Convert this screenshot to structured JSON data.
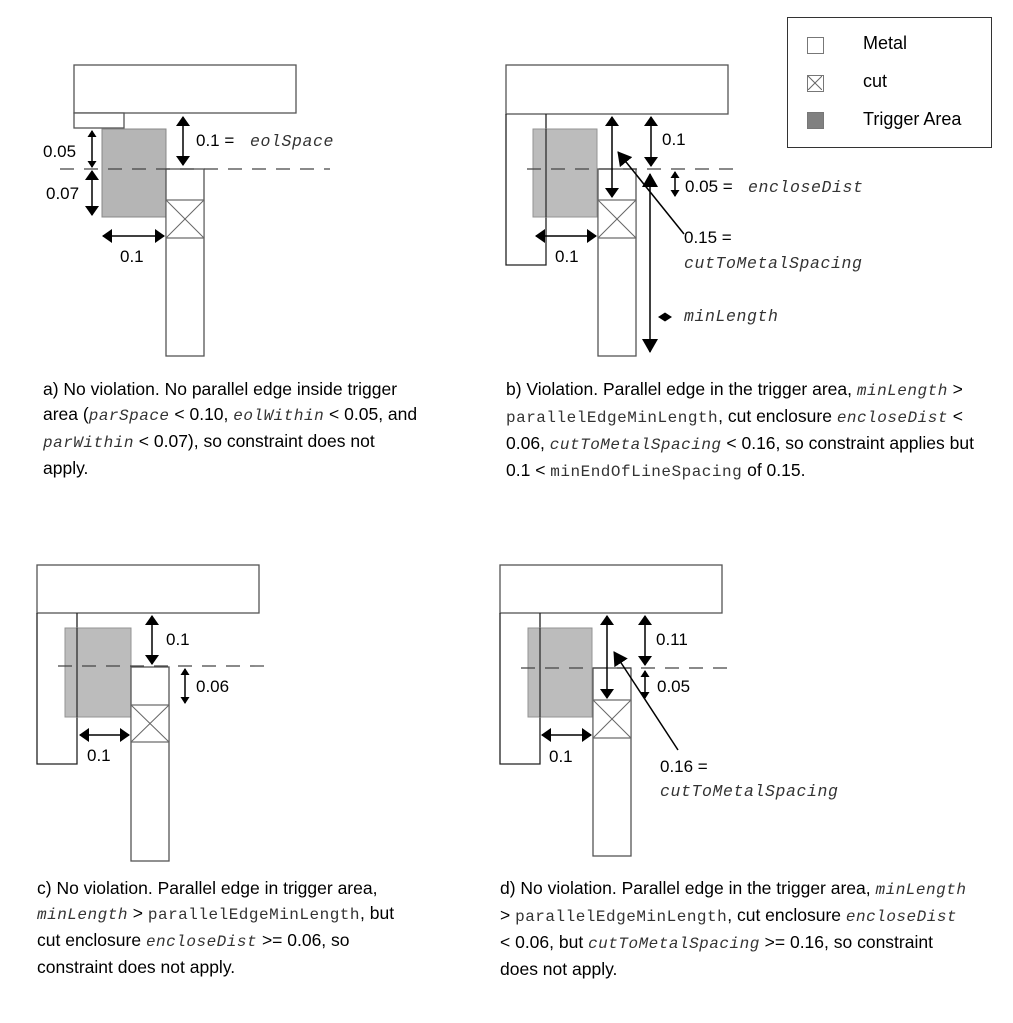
{
  "legend": {
    "items": [
      {
        "label": "Metal",
        "icon": "metal-swatch-icon",
        "fill": "#ffffff"
      },
      {
        "label": "cut",
        "icon": "cut-swatch-icon",
        "fill": "#ffffff"
      },
      {
        "label": "Trigger Area",
        "icon": "trigger-area-swatch-icon",
        "fill": "#808080"
      }
    ]
  },
  "colors": {
    "trigger_area": "#b5b5b5",
    "metal_stroke": "#555555",
    "text": "#000000",
    "code_text": "#333333"
  },
  "panels": {
    "a": {
      "labels": {
        "top_spacing_value": "0.1 =",
        "top_spacing_param": "eolSpace",
        "upper_left": "0.05",
        "lower_left": "0.07",
        "horizontal": "0.1"
      },
      "caption": {
        "t1": "a) No violation. No parallel edge inside trigger area (",
        "c1": "parSpace",
        "t2": " < 0.10, ",
        "c2": "eolWithin",
        "t3": " < 0.05, and ",
        "c3": "parWithin",
        "t4": " < 0.07), so constraint does not apply."
      }
    },
    "b": {
      "labels": {
        "top_spacing": "0.1",
        "enclose_value": "0.05 =",
        "enclose_param": "encloseDist",
        "cut_spacing_value": "0.15 =",
        "cut_spacing_param": "cutToMetalSpacing",
        "min_length_param": "minLength",
        "horizontal": "0.1"
      },
      "caption": {
        "t1": "b) Violation. Parallel edge in the trigger area, ",
        "c1": "minLength",
        "t2": " > ",
        "c2": "parallelEdgeMinLength",
        "t3": ", cut enclosure ",
        "c3": "encloseDist",
        "t4": " < 0.06, ",
        "c4": "cutToMetalSpacing",
        "t5": " < 0.16, so constraint applies but 0.1 < ",
        "c5": "minEndOfLineSpacing",
        "t6": " of 0.15."
      }
    },
    "c": {
      "labels": {
        "top_spacing": "0.1",
        "enclose": "0.06",
        "horizontal": "0.1"
      },
      "caption": {
        "t1": "c) No violation. Parallel edge in trigger area, ",
        "c1": "minLength",
        "t2": " > ",
        "c2": "parallelEdgeMinLength",
        "t3": ", but cut enclosure ",
        "c3": "encloseDist",
        "t4": " >= 0.06, so constraint does not apply."
      }
    },
    "d": {
      "labels": {
        "top_spacing": "0.11",
        "enclose": "0.05",
        "cut_spacing_value": "0.16 =",
        "cut_spacing_param": "cutToMetalSpacing",
        "horizontal": "0.1"
      },
      "caption": {
        "t1": "d) No violation. Parallel edge in the trigger area, ",
        "c1": "minLength",
        "t2": " > ",
        "c2": "parallelEdgeMinLength",
        "t3": ", cut enclosure ",
        "c3": "encloseDist",
        "t4": " < 0.06, but ",
        "c4": "cutToMetalSpacing",
        "t5": " >= 0.16, so constraint does not apply."
      }
    }
  }
}
